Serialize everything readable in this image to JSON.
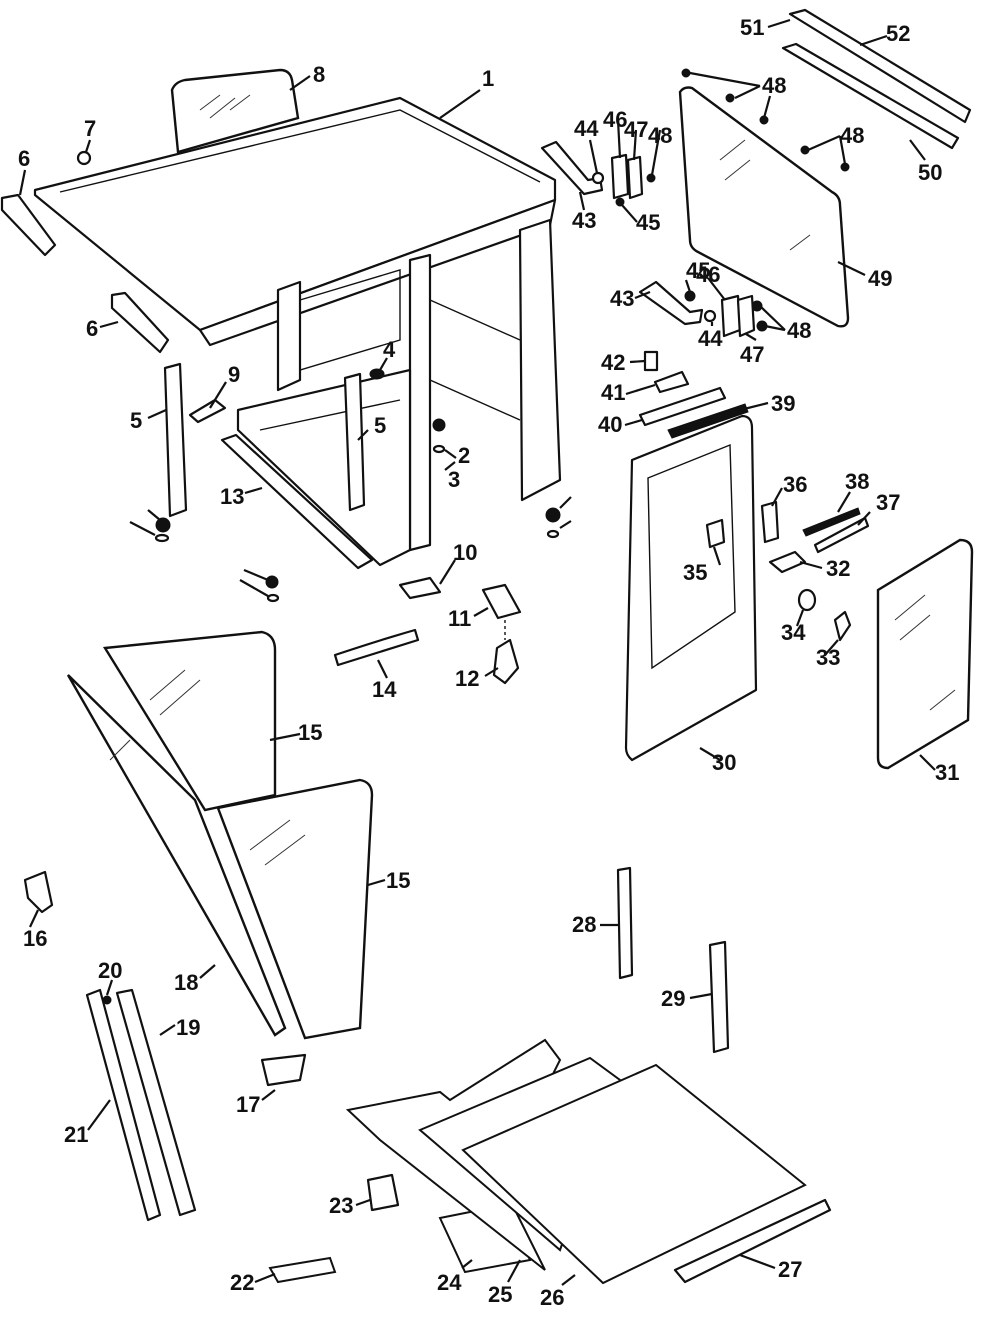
{
  "figure": {
    "type": "exploded-parts-diagram"
  },
  "callouts": [
    "1",
    "2",
    "3",
    "4",
    "5",
    "6",
    "7",
    "8",
    "9",
    "10",
    "11",
    "12",
    "13",
    "14",
    "15",
    "16",
    "17",
    "18",
    "19",
    "20",
    "21",
    "22",
    "23",
    "24",
    "25",
    "26",
    "27",
    "28",
    "29",
    "30",
    "31",
    "32",
    "33",
    "34",
    "35",
    "36",
    "37",
    "38",
    "39",
    "40",
    "41",
    "42",
    "43",
    "44",
    "45",
    "46",
    "47",
    "48",
    "49",
    "50",
    "51",
    "52"
  ],
  "colors": {
    "ink": "#111111",
    "paper": "#ffffff"
  }
}
